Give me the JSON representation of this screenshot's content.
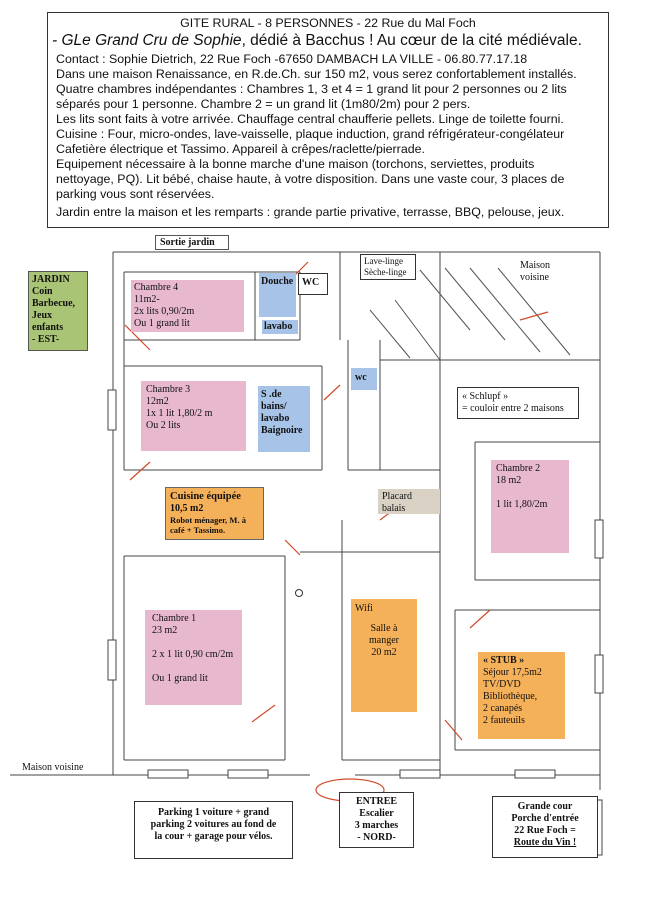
{
  "header": {
    "title": "GITE  RURAL  - 8 PERSONNES  - 22 Rue du Mal Foch",
    "tagline_italic": "- GLe Grand Cru de Sophie",
    "tagline_rest": ", dédié à Bacchus ! Au cœur de la cité médiévale.",
    "lines": [
      "Contact : Sophie Dietrich, 22 Rue Foch -67650 DAMBACH LA VILLE  -  06.80.77.17.18",
      "Dans une maison Renaissance, en R.de.Ch. sur 150 m2, vous serez confortablement installés.",
      "Quatre chambres indépendantes : Chambres 1, 3 et 4 =  1 grand lit  pour 2 personnes ou 2 lits",
      "séparés pour 1 personne. Chambre 2 =  un grand lit (1m80/2m) pour 2 pers.",
      "Les lits sont faits à votre arrivée. Chauffage central chaufferie pellets. Linge de toilette fourni.",
      "Cuisine : Four, micro-ondes, lave-vaisselle, plaque induction, grand réfrigérateur-congélateur",
      "Cafetière électrique et Tassimo. Appareil à crêpes/raclette/pierrade.",
      "Equipement nécessaire à la bonne marche d'une maison (torchons, serviettes, produits",
      "nettoyage, PQ). Lit bébé, chaise haute, à votre disposition. Dans une vaste cour, 3 places de",
      "parking vous sont réservées.",
      "Jardin entre la maison et les remparts : grande partie privative, terrasse, BBQ, pelouse, jeux."
    ]
  },
  "plan": {
    "sortie_jardin": "Sortie jardin",
    "jardin": [
      "JARDIN",
      "Coin",
      "Barbecue,",
      "Jeux",
      "enfants",
      "- EST-"
    ],
    "chambre4": [
      "Chambre 4",
      "11m2-",
      "2x lits 0,90/2m",
      "Ou 1 grand lit"
    ],
    "douche": "Douche",
    "wc1": "WC",
    "lavabo": "lavabo",
    "lave_linge": [
      "Lave-linge",
      "Sèche-linge"
    ],
    "maison_voisine_top": [
      "Maison",
      "voisine"
    ],
    "wc2": "wc",
    "chambre3": [
      "Chambre 3",
      "12m2",
      "1x 1 lit 1,80/2 m",
      "Ou 2 lits"
    ],
    "sdb": [
      "S .de",
      "bains/",
      "lavabo",
      "Baignoire"
    ],
    "schlupf": [
      "« Schlupf »",
      "= couloir entre 2 maisons"
    ],
    "chambre2": [
      "Chambre 2",
      "18 m2",
      "",
      "1 lit 1,80/2m"
    ],
    "cuisine": [
      "Cuisine équipée",
      "10,5 m2",
      "Robot ménager, M. à",
      "café + Tassimo."
    ],
    "placard": [
      "Placard",
      "balais"
    ],
    "chambre1": [
      "Chambre 1",
      "23 m2",
      "",
      "2 x 1 lit 0,90 cm/2m",
      "",
      "Ou 1 grand lit"
    ],
    "salle": [
      "Wifi",
      "Salle à",
      "manger",
      "20 m2"
    ],
    "stub": [
      "« STUB »",
      "Séjour 17,5m2",
      "TV/DVD",
      "Bibliothèque,",
      "2 canapés",
      "2 fauteuils"
    ],
    "maison_voisine_left": "Maison voisine",
    "parking": [
      "Parking 1 voiture    + grand",
      "parking 2 voitures au fond de",
      "la cour + garage pour vélos."
    ],
    "entree": [
      "ENTREE",
      "Escalier",
      "3 marches",
      "- NORD-"
    ],
    "grande_cour": [
      "Grande cour",
      "Porche d'entrée",
      "22 Rue Foch =",
      "Route du Vin !"
    ]
  }
}
